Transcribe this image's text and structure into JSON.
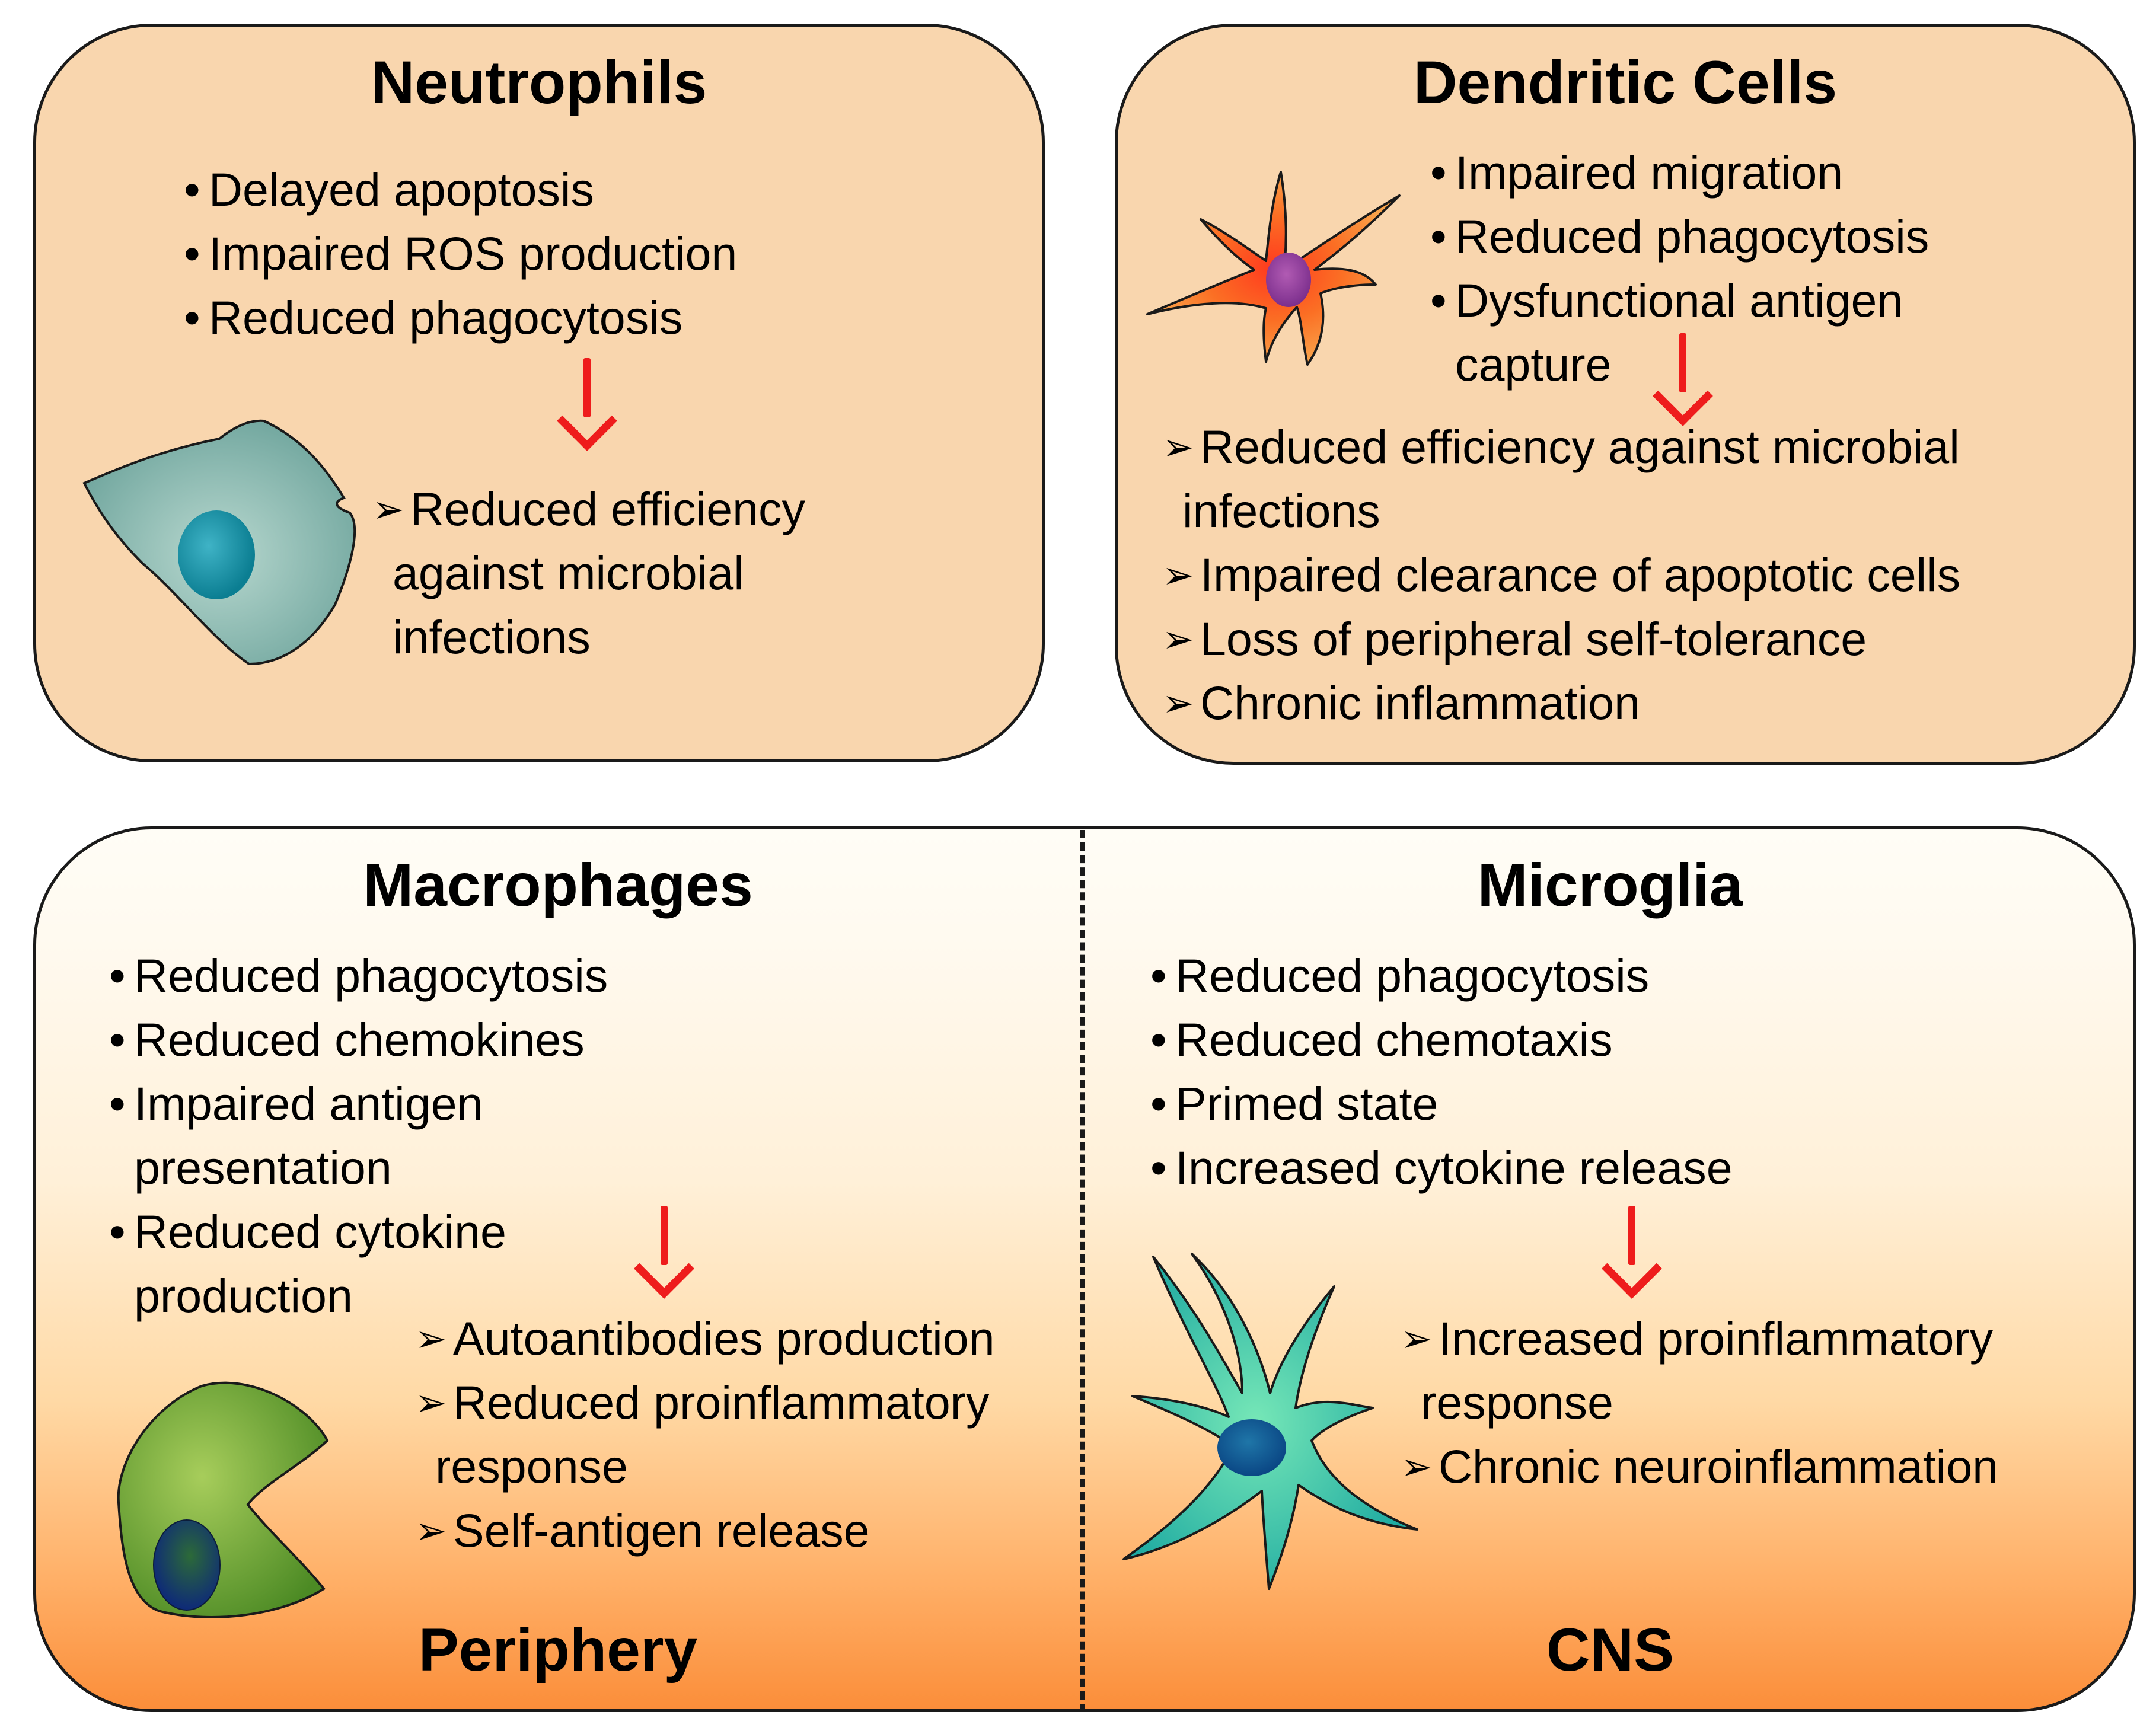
{
  "neutrophils": {
    "title": "Neutrophils",
    "bullets": [
      "Delayed apoptosis",
      "Impaired ROS production",
      "Reduced phagocytosis"
    ],
    "outcomes": [
      [
        "Reduced efficiency",
        "against microbial",
        "infections"
      ]
    ]
  },
  "dendritic": {
    "title": "Dendritic Cells",
    "bullets": [
      [
        "Impaired migration"
      ],
      [
        "Reduced phagocytosis"
      ],
      [
        "Dysfunctional antigen",
        "capture"
      ]
    ],
    "outcomes": [
      [
        "Reduced efficiency against microbial",
        "infections"
      ],
      [
        "Impaired clearance of apoptotic cells"
      ],
      [
        "Loss of peripheral self-tolerance"
      ],
      [
        "Chronic inflammation"
      ]
    ]
  },
  "macrophages": {
    "title": "Macrophages",
    "bullets": [
      [
        "Reduced phagocytosis"
      ],
      [
        "Reduced chemokines"
      ],
      [
        "Impaired antigen",
        "presentation"
      ],
      [
        "Reduced cytokine",
        "production"
      ]
    ],
    "outcomes": [
      [
        "Autoantibodies production"
      ],
      [
        "Reduced proinflammatory",
        "response"
      ],
      [
        "Self-antigen release"
      ]
    ],
    "region": "Periphery"
  },
  "microglia": {
    "title": "Microglia",
    "bullets": [
      [
        "Reduced phagocytosis"
      ],
      [
        "Reduced chemotaxis"
      ],
      [
        "Primed state"
      ],
      [
        "Increased cytokine release"
      ]
    ],
    "outcomes": [
      [
        "Increased proinflammatory",
        "response"
      ],
      [
        "Chronic neuroinflammation"
      ]
    ],
    "region": "CNS"
  },
  "markers": {
    "bullet": "•",
    "outcome": "➢"
  },
  "colors": {
    "top_panel": "#f9d6ae",
    "arrow": "#ee1c1c",
    "border": "#1a1a1a",
    "bottom_gradient_end": "#fb8e3a"
  },
  "icons": {
    "neutrophil": "neutrophil-cell-icon",
    "dendritic": "dendritic-cell-icon",
    "macrophage": "macrophage-cell-icon",
    "microglia": "microglia-cell-icon"
  }
}
